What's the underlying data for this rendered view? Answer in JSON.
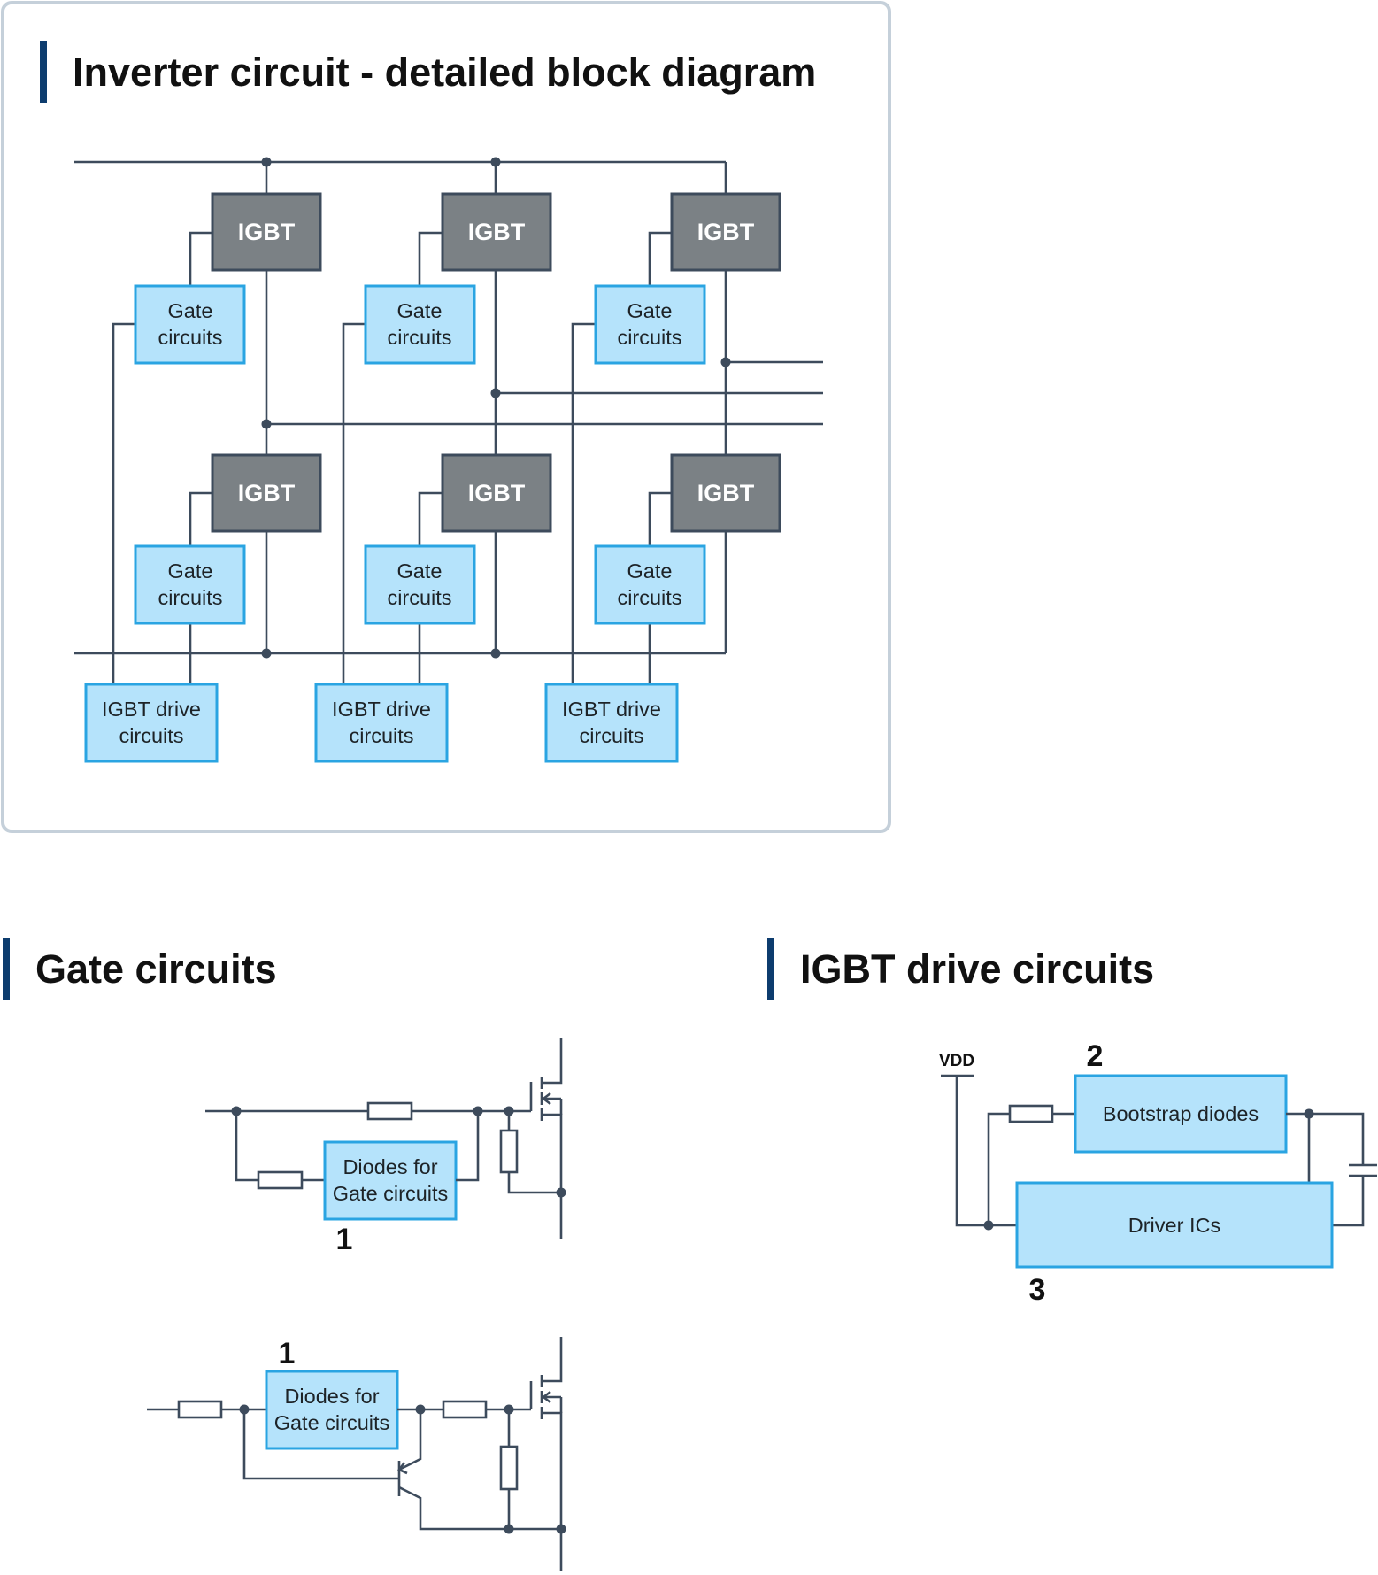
{
  "sections": {
    "inverter": {
      "title": "Inverter circuit - detailed block diagram"
    },
    "gate": {
      "title": "Gate circuits"
    },
    "drive": {
      "title": "IGBT drive circuits"
    }
  },
  "inverter": {
    "igbt_label": "IGBT",
    "gate_line1": "Gate",
    "gate_line2": "circuits",
    "drive_line1": "IGBT drive",
    "drive_line2": "circuits"
  },
  "gate_circuits": {
    "diodes_line1": "Diodes for",
    "diodes_line2": "Gate circuits",
    "callout": "1"
  },
  "drive_circuits": {
    "vdd": "VDD",
    "bootstrap": "Bootstrap diodes",
    "driver_ics": "Driver ICs",
    "callout_bootstrap": "2",
    "callout_driver": "3"
  },
  "colors": {
    "igbt_fill": "#7b8185",
    "block_fill": "#b5e3fb",
    "block_border": "#2aa4e2",
    "wire": "#3d4b5c",
    "accent_bar": "#0d3c6e",
    "panel_border": "#c5d0da"
  }
}
